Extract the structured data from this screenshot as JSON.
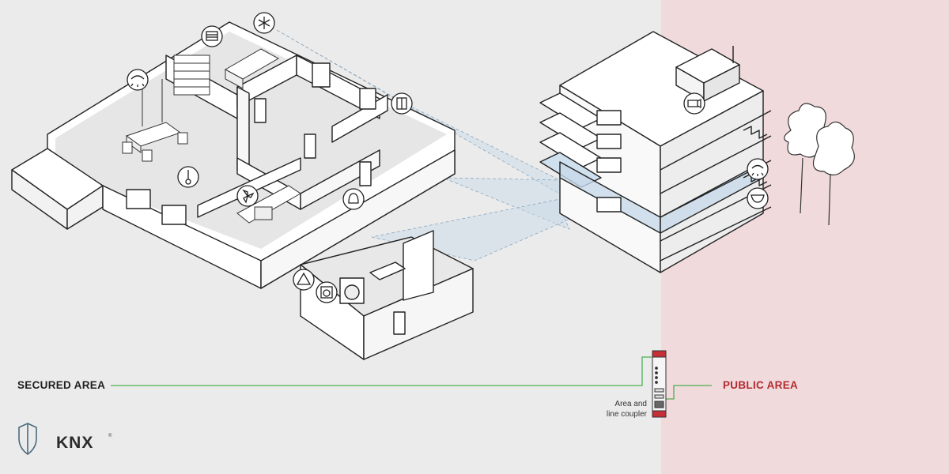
{
  "colors": {
    "secured_bg": "#ebebeb",
    "public_bg": "#f1dadc",
    "bus_line": "#4caf50",
    "public_label": "#b22a30",
    "outline": "#222222",
    "highlight": "#c7d9e8"
  },
  "labels": {
    "secured_area": "SECURED AREA",
    "public_area": "PUBLIC AREA",
    "coupler_line1": "Area and",
    "coupler_line2": "line coupler",
    "knx_logo": "KNX",
    "knx_registered": "®"
  },
  "icons": [
    "snowflake-icon",
    "blind-icon",
    "light-icon",
    "window-contact-icon",
    "thermometer-icon",
    "fan-icon",
    "bell-icon",
    "warning-icon",
    "washing-machine-icon",
    "camera-icon",
    "outdoor-light-icon",
    "smoke-detector-icon",
    "shield-icon"
  ]
}
